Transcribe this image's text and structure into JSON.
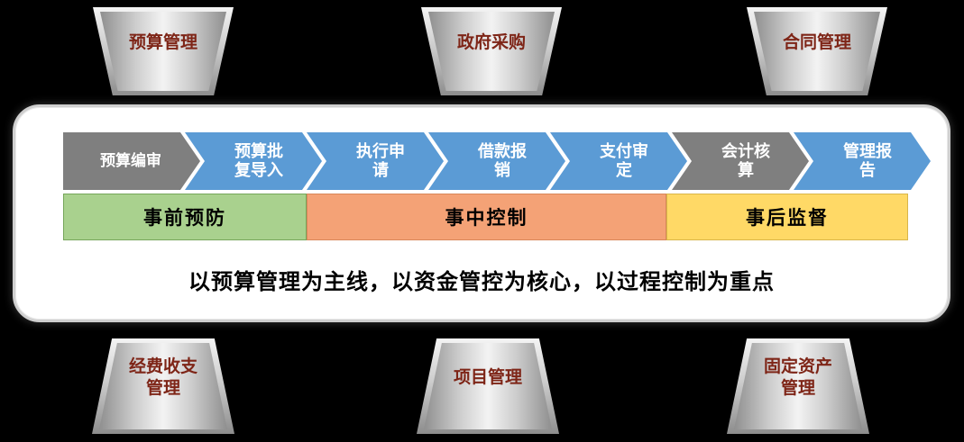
{
  "colors": {
    "background": "#000000",
    "panel_fill": "#FFFFFF",
    "funnel_label": "#7E2517",
    "chevron_blue": "#5B9BD5",
    "chevron_gray": "#7F7F7F"
  },
  "top_funnels": [
    {
      "label": "预算管理"
    },
    {
      "label": "政府采购"
    },
    {
      "label": "合同管理"
    }
  ],
  "bottom_funnels": [
    {
      "label": "经费收支管理"
    },
    {
      "label": "项目管理"
    },
    {
      "label": "固定资产管理"
    }
  ],
  "process_steps": [
    {
      "label": "预算编审",
      "color": "#7F7F7F"
    },
    {
      "label": "预算批复导入",
      "color": "#5B9BD5"
    },
    {
      "label": "执行申请",
      "color": "#5B9BD5"
    },
    {
      "label": "借款报销",
      "color": "#5B9BD5"
    },
    {
      "label": "支付审定",
      "color": "#5B9BD5"
    },
    {
      "label": "会计核算",
      "color": "#7F7F7F"
    },
    {
      "label": "管理报告",
      "color": "#5B9BD5"
    }
  ],
  "phase_bars": [
    {
      "label": "事前预防",
      "fill": "#A9D18E",
      "border": "#76A65B"
    },
    {
      "label": "事中控制",
      "fill": "#F4A276",
      "border": "#D8875A"
    },
    {
      "label": "事后监督",
      "fill": "#FFD966",
      "border": "#D9B54A"
    }
  ],
  "caption": "以预算管理为主线，以资金管控为核心，以过程控制为重点"
}
